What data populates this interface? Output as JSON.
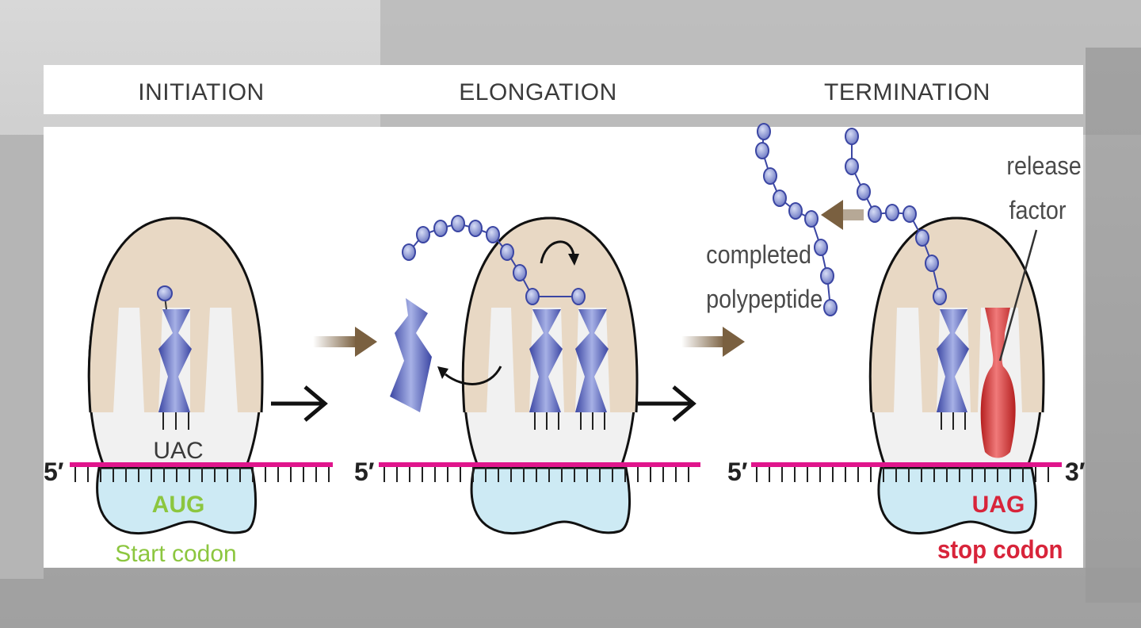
{
  "phases": [
    {
      "title": "INITIATION"
    },
    {
      "title": "ELONGATION"
    },
    {
      "title": "TERMINATION"
    }
  ],
  "initiation": {
    "five_prime": "5′",
    "anticodon": "UAC",
    "codon": "AUG",
    "codon_caption": "Start codon"
  },
  "elongation": {
    "five_prime": "5′"
  },
  "termination": {
    "five_prime": "5′",
    "three_prime": "3′",
    "codon": "UAG",
    "codon_caption": "stop codon",
    "release_factor_line1": "release",
    "release_factor_line2": "factor",
    "polypeptide_line1": "completed",
    "polypeptide_line2": "polypeptide"
  },
  "colors": {
    "mrna": "#e0158c",
    "large_subunit": "#e8d8c4",
    "small_subunit": "#cdeaf4",
    "trna": "#4a56b0",
    "amino_acid": "#8a95d0",
    "release_factor": "#d42a2a",
    "arrow_brown": "#7a6040",
    "start_green": "#8cc63f",
    "stop_red": "#d8243a"
  }
}
